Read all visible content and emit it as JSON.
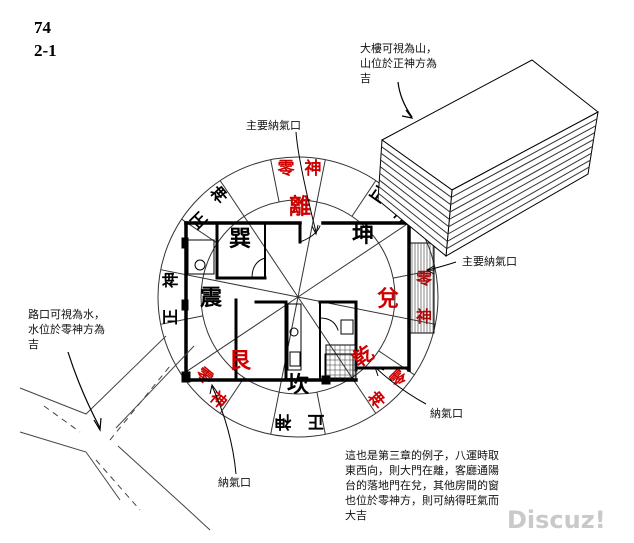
{
  "page": {
    "number": "74",
    "figure": "2-1"
  },
  "palette": {
    "red": "#cc0000",
    "black": "#000000"
  },
  "ring_labels": {
    "top": [
      "零",
      "神"
    ],
    "top_right": [
      "正",
      "神"
    ],
    "right": [
      "零",
      "神"
    ],
    "bottom_right": [
      "零",
      "神"
    ],
    "bottom": [
      "正",
      "神"
    ],
    "bottom_left": [
      "零",
      "神"
    ],
    "left": [
      "正",
      "神"
    ],
    "top_left": [
      "正",
      "神"
    ]
  },
  "trigrams": {
    "li": "離",
    "kun": "坤",
    "dui": "兌",
    "qian": "乾",
    "kan": "坎",
    "gen": "艮",
    "zhen": "震",
    "xun": "巽"
  },
  "annotations": {
    "building": [
      "大樓可視為山，",
      "山位於正神方為",
      "吉"
    ],
    "road": [
      "路口可視為水，",
      "水位於零神方為",
      "吉"
    ],
    "main_inlet_top": "主要納氣口",
    "main_inlet_right": "主要納氣口",
    "inlet_bottom_left": "納氣口",
    "inlet_bottom_right": "納氣口",
    "caption": [
      "這也是第三章的例子，八運時取",
      "東西向，則大門在離，客廳通陽",
      "台的落地門在兌，其他房間的窗",
      "也位於零神方，則可納得旺氣而",
      "大吉"
    ]
  },
  "watermark": "Discuz!"
}
